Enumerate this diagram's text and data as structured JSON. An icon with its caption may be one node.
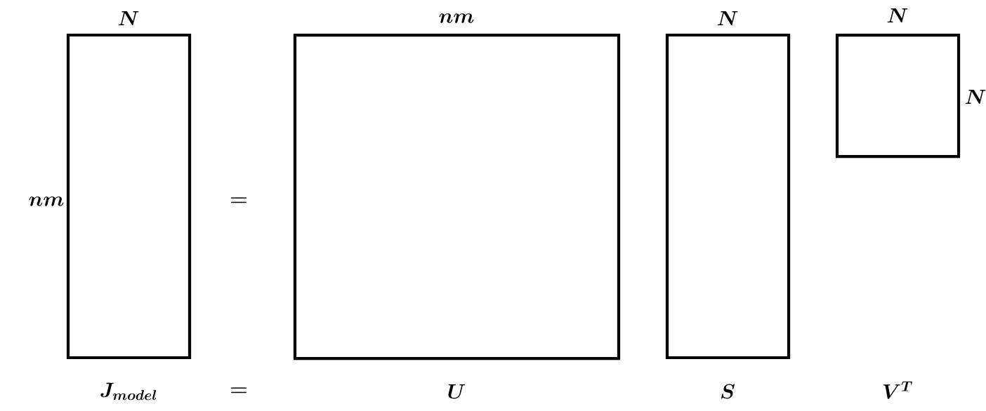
{
  "diagram": {
    "nodes": [
      {
        "text": [
          "N"
        ],
        "beside": [
          "nm",
          "J_{model}"
        ]
      },
      {
        "text": [
          "nm"
        ],
        "beside": [
          "U"
        ]
      },
      {
        "text": [
          "N"
        ],
        "beside": [
          "S"
        ]
      },
      {
        "text": [
          "N"
        ],
        "beside": [
          "N"
        ]
      }
    ],
    "labels": [
      "=",
      "=",
      "V^{T}"
    ]
  }
}
